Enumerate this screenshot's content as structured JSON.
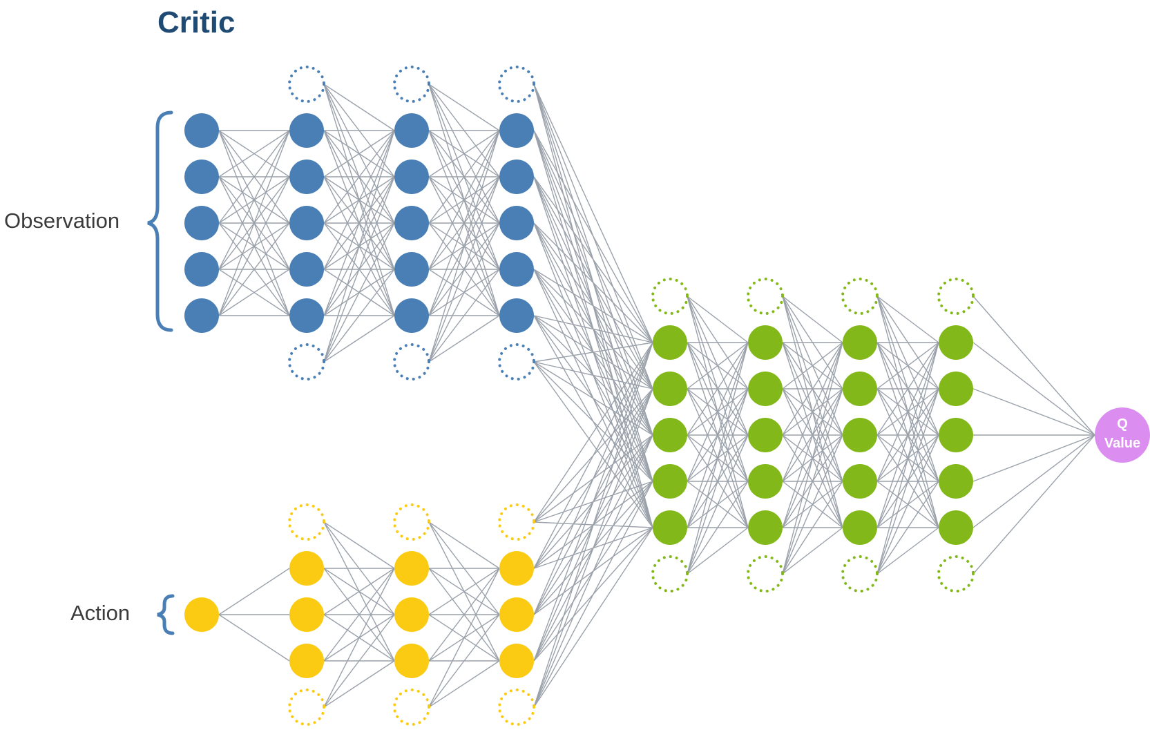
{
  "title": "Critic",
  "inputs": {
    "observation_label": "Observation",
    "action_label": "Action"
  },
  "output": {
    "label_line1": "Q",
    "label_line2": "Value"
  },
  "networks": {
    "observation_path": {
      "color": "#4a7fb5",
      "layers": [
        {
          "neurons": 5,
          "bias": false
        },
        {
          "neurons": 5,
          "bias": true
        },
        {
          "neurons": 5,
          "bias": true
        },
        {
          "neurons": 5,
          "bias": true
        }
      ]
    },
    "action_path": {
      "color": "#fbcb14",
      "layers": [
        {
          "neurons": 1,
          "bias": false
        },
        {
          "neurons": 3,
          "bias": true
        },
        {
          "neurons": 3,
          "bias": true
        },
        {
          "neurons": 3,
          "bias": true
        }
      ]
    },
    "merged_path": {
      "color": "#83b81a",
      "layers": [
        {
          "neurons": 5,
          "bias": true
        },
        {
          "neurons": 5,
          "bias": true
        },
        {
          "neurons": 5,
          "bias": true
        },
        {
          "neurons": 5,
          "bias": true
        }
      ]
    },
    "output_node": {
      "color": "#db8ef0",
      "neurons": 1
    }
  },
  "colors": {
    "title": "#1f4a73",
    "brace": "#4a7fb5",
    "connection": "#9aa1aa"
  }
}
